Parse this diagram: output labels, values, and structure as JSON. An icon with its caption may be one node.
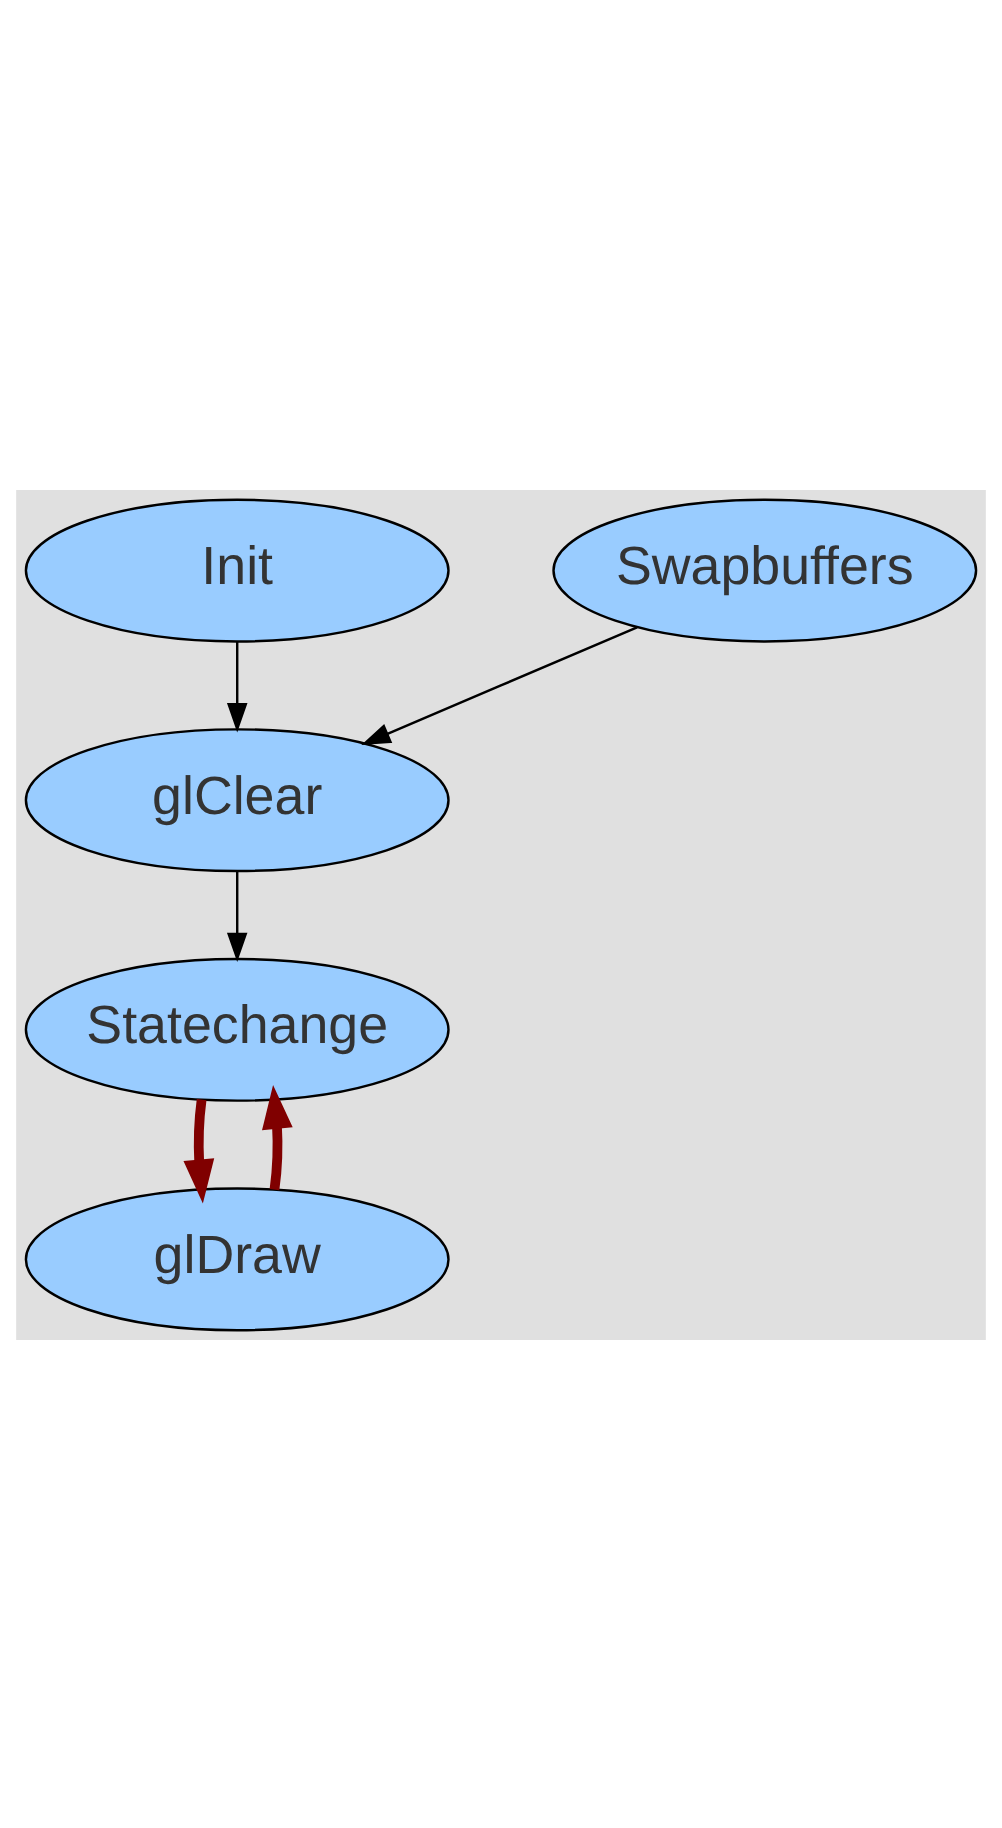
{
  "diagram": {
    "nodes": [
      {
        "text": [
          "Init"
        ]
      },
      {
        "text": [
          "glClear"
        ]
      },
      {
        "text": [
          "Statechange"
        ]
      },
      {
        "text": [
          "glDraw"
        ]
      },
      {
        "text": [
          "Swapbuffers"
        ]
      }
    ],
    "edges": [
      {
        "from": 0,
        "to": 1,
        "arrow": "to"
      },
      {
        "from": 1,
        "to": 2,
        "arrow": "to"
      },
      {
        "from": 2,
        "to": 3,
        "arrow": "to",
        "style": "thick",
        "color": "#800000"
      },
      {
        "from": 3,
        "to": 2,
        "arrow": "to",
        "style": "thick",
        "color": "#800000"
      },
      {
        "from": 4,
        "to": 1,
        "arrow": "to"
      }
    ]
  }
}
